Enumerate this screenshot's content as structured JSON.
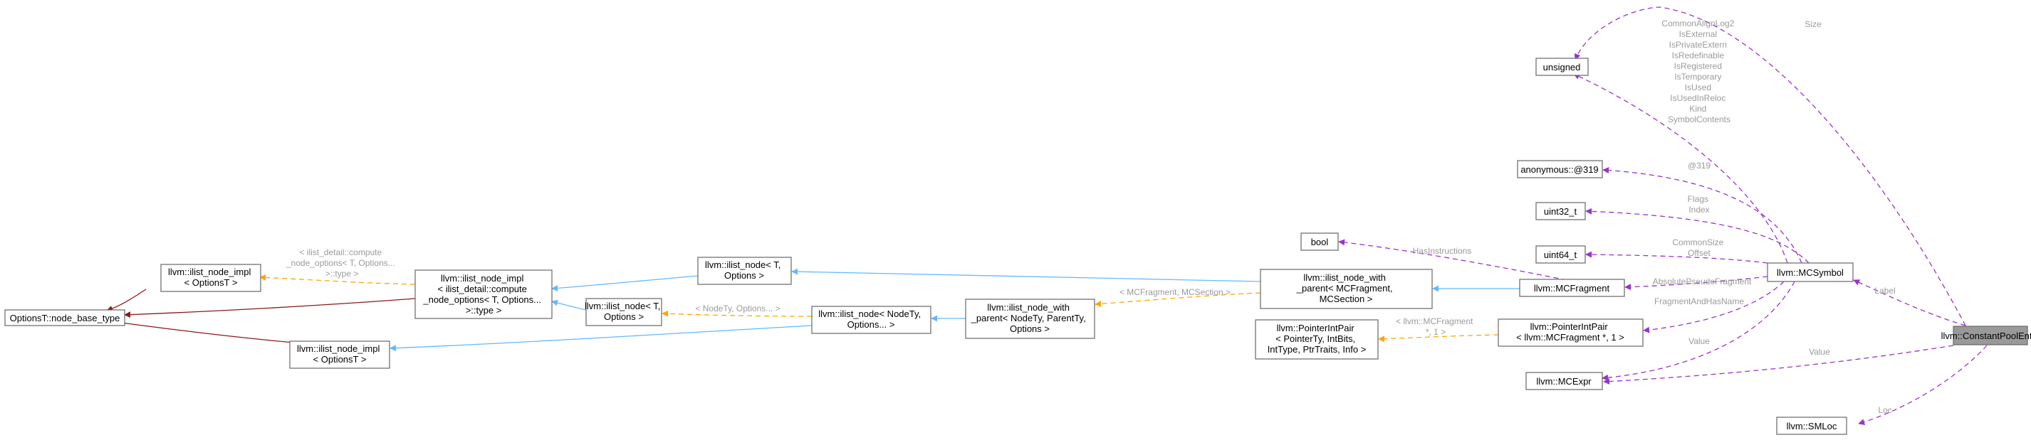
{
  "nodes": {
    "options_base": [
      "OptionsT::node_base_type"
    ],
    "impl_top": [
      "llvm::ilist_node_impl",
      "< OptionsT >"
    ],
    "impl_bottom": [
      "llvm::ilist_node_impl",
      "< OptionsT >"
    ],
    "impl_compute": [
      "llvm::ilist_node_impl",
      "< ilist_detail::compute",
      "_node_options< T, Options...",
      ">::type >"
    ],
    "node_t_top": [
      "llvm::ilist_node< T,",
      "Options >"
    ],
    "node_t_mid": [
      "llvm::ilist_node< T,",
      "Options >"
    ],
    "node_nodety": [
      "llvm::ilist_node< NodeTy,",
      "Options... >"
    ],
    "with_parent_generic": [
      "llvm::ilist_node_with",
      "_parent< NodeTy, ParentTy,",
      "Options >"
    ],
    "with_parent_mcf": [
      "llvm::ilist_node_with",
      "_parent< MCFragment,",
      "MCSection >"
    ],
    "bool": [
      "bool"
    ],
    "mcfragment": [
      "llvm::MCFragment"
    ],
    "pip_generic": [
      "llvm::PointerIntPair",
      "< PointerTy, IntBits,",
      "IntType, PtrTraits, Info >"
    ],
    "pip_mcf": [
      "llvm::PointerIntPair",
      "< llvm::MCFragment *, 1 >"
    ],
    "mcexpr": [
      "llvm::MCExpr"
    ],
    "smloc": [
      "llvm::SMLoc"
    ],
    "unsigned": [
      "unsigned"
    ],
    "anon": [
      "anonymous::@319"
    ],
    "uint32": [
      "uint32_t"
    ],
    "uint64": [
      "uint64_t"
    ],
    "mcsymbol": [
      "llvm::MCSymbol"
    ],
    "cpe": [
      "llvm::ConstantPoolEntry"
    ]
  },
  "edge_labels": {
    "compute_tmpl": [
      "< ilist_detail::compute",
      "_node_options< T, Options...",
      ">::type >"
    ],
    "nodety_tmpl": [
      "< NodeTy, Options... >"
    ],
    "mcf_tmpl": [
      "< MCFragment, MCSection >"
    ],
    "pip_tmpl": [
      "< llvm::MCFragment",
      "*, 1 >"
    ],
    "has_instructions": [
      "HasInstructions"
    ],
    "unsigned_fields": [
      "CommonAlignLog2",
      "IsExternal",
      "IsPrivateExtern",
      "IsRedefinable",
      "IsRegistered",
      "IsTemporary",
      "IsUsed",
      "IsUsedInReloc",
      "Kind",
      "SymbolContents"
    ],
    "size": [
      "Size"
    ],
    "anon_field": [
      "@319"
    ],
    "uint32_fields": [
      "Flags",
      "Index"
    ],
    "uint64_fields": [
      "CommonSize",
      "Offset"
    ],
    "frag_field": [
      "AbsolutePseudoFragment"
    ],
    "pip_field": [
      "FragmentAndHasName"
    ],
    "sym_value": [
      "Value"
    ],
    "cpe_value": [
      "Value"
    ],
    "label": [
      "Label"
    ],
    "loc": [
      "Loc"
    ]
  },
  "colors": {
    "inheritance": "#63b8ff",
    "member_usage": "#9a32cd",
    "template_instance": "#ffa500",
    "base_inheritance": "#8b1a1a",
    "focus_node_fill": "#999999"
  }
}
